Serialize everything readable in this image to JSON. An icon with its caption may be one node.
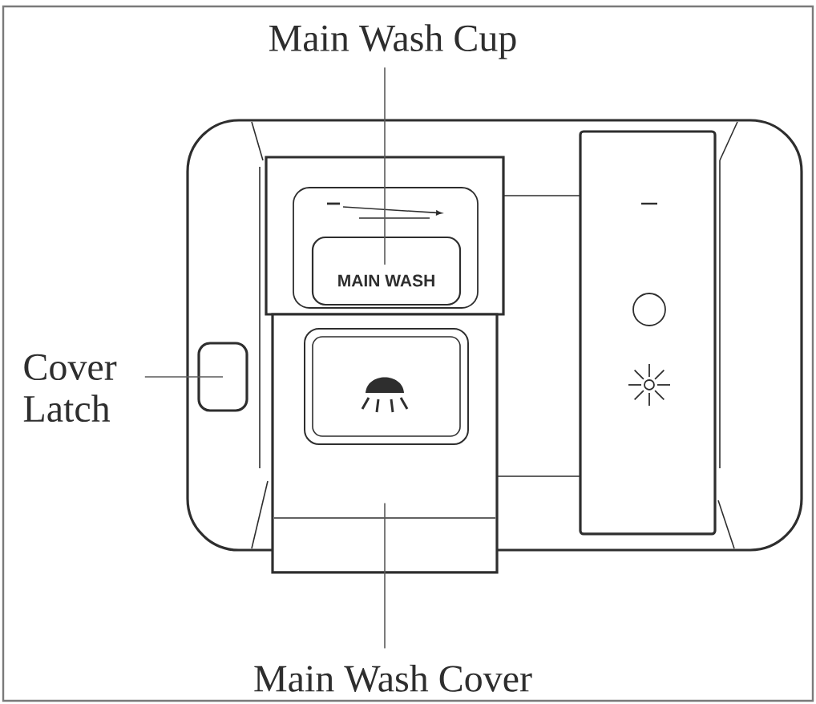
{
  "diagram": {
    "nodes": [
      {
        "text": [
          "Main Wash Cup"
        ]
      },
      {
        "text": [
          "Cover Latch"
        ]
      },
      {
        "text": [
          "Main Wash Cover"
        ]
      },
      {
        "text": [],
        "shape": "box"
      },
      {
        "text": [],
        "shape": "box"
      },
      {
        "text": [],
        "shape": "box"
      }
    ],
    "edges": [
      {
        "from": 0,
        "to": 3,
        "arrow": "none"
      },
      {
        "from": 1,
        "to": 4,
        "arrow": "none"
      },
      {
        "from": 2,
        "to": 5,
        "arrow": "none"
      }
    ],
    "labels": [
      "MAIN WASH"
    ]
  }
}
